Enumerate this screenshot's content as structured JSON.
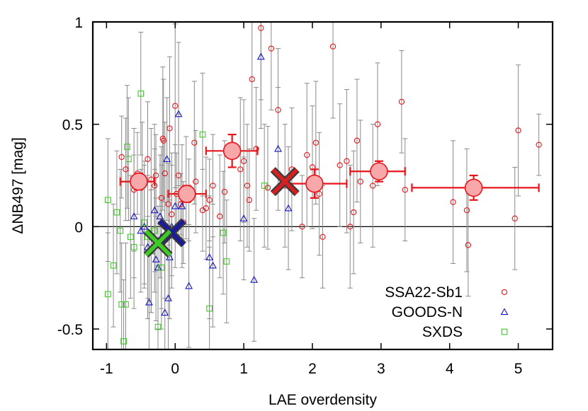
{
  "chart_data": {
    "type": "scatter",
    "xlabel": "LAE overdensity",
    "ylabel": "ΔNB497 [mag]",
    "xlim": [
      -1.2,
      5.5
    ],
    "ylim": [
      -0.6,
      1.0
    ],
    "x_ticks": [
      -1,
      0,
      1,
      2,
      3,
      4,
      5
    ],
    "x_tick_labels": [
      "-1",
      "0",
      "1",
      "2",
      "3",
      "4",
      "5"
    ],
    "y_ticks": [
      -0.5,
      0,
      0.5,
      1
    ],
    "y_tick_labels": [
      "-0.5",
      "0",
      "0.5",
      "1"
    ],
    "zero_line": true,
    "grid": false,
    "legend_position": "bottom-right",
    "series": [
      {
        "name": "SSA22-Sb1",
        "marker": "circle",
        "color": "#e8141b",
        "points": [
          {
            "x": -0.78,
            "y": 0.34,
            "err": 0.2
          },
          {
            "x": -0.72,
            "y": 0.28,
            "err": 0.25
          },
          {
            "x": -0.6,
            "y": 0.18,
            "err": 0.3
          },
          {
            "x": -0.55,
            "y": 0.26,
            "err": 0.2
          },
          {
            "x": -0.48,
            "y": 0.21,
            "err": 0.3
          },
          {
            "x": -0.4,
            "y": 0.33,
            "err": 0.28
          },
          {
            "x": -0.35,
            "y": 0.23,
            "err": 0.25
          },
          {
            "x": -0.3,
            "y": 0.2,
            "err": 0.3
          },
          {
            "x": -0.28,
            "y": 0.25,
            "err": 0.2
          },
          {
            "x": -0.2,
            "y": 0.14,
            "err": 0.25
          },
          {
            "x": -0.18,
            "y": 0.43,
            "err": 0.35
          },
          {
            "x": -0.17,
            "y": 0.42,
            "err": 0.3
          },
          {
            "x": -0.15,
            "y": 0.26,
            "err": 0.25
          },
          {
            "x": -0.1,
            "y": 0.11,
            "err": 0.2
          },
          {
            "x": -0.08,
            "y": 0.48,
            "err": 0.35
          },
          {
            "x": -0.05,
            "y": 0.06,
            "err": 0.3
          },
          {
            "x": 0.0,
            "y": 0.59,
            "err": 0.4
          },
          {
            "x": 0.02,
            "y": 0.16,
            "err": 0.2
          },
          {
            "x": 0.05,
            "y": 0.25,
            "err": 0.3
          },
          {
            "x": 0.08,
            "y": 0.11,
            "err": 0.15
          },
          {
            "x": 0.12,
            "y": 0.02,
            "err": 0.2
          },
          {
            "x": 0.16,
            "y": 0.19,
            "err": 0.25
          },
          {
            "x": 0.2,
            "y": 0.13,
            "err": 0.2
          },
          {
            "x": 0.28,
            "y": 0.41,
            "err": 0.3
          },
          {
            "x": 0.3,
            "y": 0.22,
            "err": 0.25
          },
          {
            "x": 0.4,
            "y": 0.08,
            "err": 0.2
          },
          {
            "x": 0.45,
            "y": 0.09,
            "err": 0.25
          },
          {
            "x": 0.5,
            "y": 0.13,
            "err": 0.2
          },
          {
            "x": 0.55,
            "y": 0.2,
            "err": 0.25
          },
          {
            "x": 0.65,
            "y": 0.05,
            "err": 0.3
          },
          {
            "x": 0.72,
            "y": 0.17,
            "err": 0.25
          },
          {
            "x": 0.95,
            "y": 0.28,
            "err": 0.35
          },
          {
            "x": 1.0,
            "y": 0.32,
            "err": 0.3
          },
          {
            "x": 1.05,
            "y": 0.2,
            "err": 0.3
          },
          {
            "x": 1.08,
            "y": 0.13,
            "err": 0.25
          },
          {
            "x": 1.12,
            "y": 0.72,
            "err": 0.35
          },
          {
            "x": 1.18,
            "y": 0.38,
            "err": 0.3
          },
          {
            "x": 1.25,
            "y": 0.97,
            "err": 0.35
          },
          {
            "x": 1.35,
            "y": 0.19,
            "err": 0.3
          },
          {
            "x": 1.4,
            "y": 0.87,
            "err": 0.3
          },
          {
            "x": 1.5,
            "y": 0.57,
            "err": 0.3
          },
          {
            "x": 1.6,
            "y": 0.2,
            "err": 0.3
          },
          {
            "x": 1.7,
            "y": 0.28,
            "err": 0.3
          },
          {
            "x": 1.85,
            "y": 0.0,
            "err": 0.25
          },
          {
            "x": 1.92,
            "y": 0.35,
            "err": 0.35
          },
          {
            "x": 2.0,
            "y": 0.29,
            "err": 0.3
          },
          {
            "x": 2.05,
            "y": 0.41,
            "err": 0.3
          },
          {
            "x": 2.1,
            "y": 0.16,
            "err": 0.3
          },
          {
            "x": 2.15,
            "y": -0.05,
            "err": 0.25
          },
          {
            "x": 2.3,
            "y": 0.88,
            "err": 0.35
          },
          {
            "x": 2.4,
            "y": 0.3,
            "err": 0.3
          },
          {
            "x": 2.5,
            "y": 0.32,
            "err": 0.35
          },
          {
            "x": 2.55,
            "y": 0.0,
            "err": 0.3
          },
          {
            "x": 2.6,
            "y": 0.07,
            "err": 0.3
          },
          {
            "x": 2.65,
            "y": 0.42,
            "err": 0.3
          },
          {
            "x": 2.7,
            "y": 0.22,
            "err": 0.3
          },
          {
            "x": 2.88,
            "y": 0.2,
            "err": 0.3
          },
          {
            "x": 2.95,
            "y": 0.5,
            "err": 0.3
          },
          {
            "x": 3.3,
            "y": 0.61,
            "err": 0.25
          },
          {
            "x": 3.35,
            "y": 0.18,
            "err": 0.25
          },
          {
            "x": 4.05,
            "y": 0.12,
            "err": 0.3
          },
          {
            "x": 4.25,
            "y": 0.08,
            "err": 0.3
          },
          {
            "x": 4.27,
            "y": -0.09,
            "err": 0.25
          },
          {
            "x": 4.95,
            "y": 0.04,
            "err": 0.25
          },
          {
            "x": 5.0,
            "y": 0.47,
            "err": 0.32
          },
          {
            "x": 5.3,
            "y": 0.4,
            "err": 0.15
          }
        ]
      },
      {
        "name": "GOODS-N",
        "marker": "triangle",
        "color": "#1515c8",
        "points": [
          {
            "x": -0.6,
            "y": 0.05,
            "err": 0.3
          },
          {
            "x": -0.5,
            "y": -0.02,
            "err": 0.3
          },
          {
            "x": -0.45,
            "y": 0.0,
            "err": 0.3
          },
          {
            "x": -0.4,
            "y": -0.1,
            "err": 0.35
          },
          {
            "x": -0.38,
            "y": -0.37,
            "err": 0.35
          },
          {
            "x": -0.35,
            "y": -0.12,
            "err": 0.3
          },
          {
            "x": -0.3,
            "y": 0.08,
            "err": 0.3
          },
          {
            "x": -0.28,
            "y": -0.16,
            "err": 0.3
          },
          {
            "x": -0.25,
            "y": -0.2,
            "err": 0.3
          },
          {
            "x": -0.22,
            "y": 0.05,
            "err": 0.3
          },
          {
            "x": -0.2,
            "y": -0.05,
            "err": 0.35
          },
          {
            "x": -0.15,
            "y": -0.42,
            "err": 0.3
          },
          {
            "x": -0.12,
            "y": 0.33,
            "err": 0.3
          },
          {
            "x": -0.1,
            "y": -0.35,
            "err": 0.3
          },
          {
            "x": -0.08,
            "y": -0.15,
            "err": 0.3
          },
          {
            "x": -0.05,
            "y": 0.0,
            "err": 0.3
          },
          {
            "x": 0.0,
            "y": 0.1,
            "err": 0.3
          },
          {
            "x": 0.05,
            "y": 0.55,
            "err": 0.35
          },
          {
            "x": 0.1,
            "y": 0.1,
            "err": 0.3
          },
          {
            "x": 0.2,
            "y": -0.29,
            "err": 0.3
          },
          {
            "x": 0.5,
            "y": -0.15,
            "err": 0.3
          },
          {
            "x": 0.55,
            "y": -0.19,
            "err": 0.3
          },
          {
            "x": 1.0,
            "y": 0.04,
            "err": 0.3
          },
          {
            "x": 1.15,
            "y": -0.26,
            "err": 0.3
          },
          {
            "x": 1.25,
            "y": 0.83,
            "err": 0.35
          },
          {
            "x": 1.5,
            "y": 0.38,
            "err": 0.3
          },
          {
            "x": 1.65,
            "y": 0.09,
            "err": 0.3
          }
        ]
      },
      {
        "name": "SXDS",
        "marker": "square",
        "color": "#3ecb26",
        "points": [
          {
            "x": -0.98,
            "y": 0.13,
            "err": 0.3
          },
          {
            "x": -0.98,
            "y": -0.33,
            "err": 0.3
          },
          {
            "x": -0.9,
            "y": -0.19,
            "err": 0.3
          },
          {
            "x": -0.85,
            "y": 0.07,
            "err": 0.3
          },
          {
            "x": -0.8,
            "y": -0.02,
            "err": 0.3
          },
          {
            "x": -0.78,
            "y": -0.38,
            "err": 0.3
          },
          {
            "x": -0.75,
            "y": -0.56,
            "err": 0.3
          },
          {
            "x": -0.72,
            "y": -0.38,
            "err": 0.3
          },
          {
            "x": -0.7,
            "y": 0.39,
            "err": 0.3
          },
          {
            "x": -0.68,
            "y": 0.33,
            "err": 0.3
          },
          {
            "x": -0.65,
            "y": -0.05,
            "err": 0.3
          },
          {
            "x": -0.6,
            "y": -0.1,
            "err": 0.3
          },
          {
            "x": -0.5,
            "y": 0.65,
            "err": 0.3
          },
          {
            "x": -0.45,
            "y": 0.02,
            "err": 0.3
          },
          {
            "x": -0.4,
            "y": -0.05,
            "err": 0.3
          },
          {
            "x": -0.35,
            "y": -0.12,
            "err": 0.3
          },
          {
            "x": -0.3,
            "y": -0.02,
            "err": 0.3
          },
          {
            "x": -0.25,
            "y": -0.49,
            "err": 0.3
          },
          {
            "x": -0.2,
            "y": -0.2,
            "err": 0.3
          },
          {
            "x": -0.15,
            "y": -0.05,
            "err": 0.3
          },
          {
            "x": 0.4,
            "y": 0.45,
            "err": 0.3
          },
          {
            "x": 0.5,
            "y": -0.4,
            "err": 0.3
          },
          {
            "x": 0.7,
            "y": -0.03,
            "err": 0.3
          },
          {
            "x": 0.75,
            "y": -0.17,
            "err": 0.3
          },
          {
            "x": 1.3,
            "y": 0.2,
            "err": 0.3
          }
        ]
      }
    ],
    "binned": [
      {
        "x": -0.53,
        "y": 0.22,
        "xmin": -0.8,
        "xmax": -0.3,
        "yerr": 0.04
      },
      {
        "x": 0.17,
        "y": 0.16,
        "xmin": -0.1,
        "xmax": 0.45,
        "yerr": 0.04
      },
      {
        "x": 0.83,
        "y": 0.37,
        "xmin": 0.45,
        "xmax": 1.2,
        "yerr": 0.08
      },
      {
        "x": 2.03,
        "y": 0.21,
        "xmin": 1.65,
        "xmax": 2.5,
        "yerr": 0.07
      },
      {
        "x": 2.97,
        "y": 0.27,
        "xmin": 2.55,
        "xmax": 3.35,
        "yerr": 0.05
      },
      {
        "x": 4.35,
        "y": 0.19,
        "xmin": 3.45,
        "xmax": 5.3,
        "yerr": 0.06
      }
    ],
    "mean_markers": [
      {
        "series": "SSA22-Sb1",
        "x": 1.6,
        "y": 0.22,
        "color": "#d42020"
      },
      {
        "series": "GOODS-N",
        "x": -0.05,
        "y": -0.03,
        "color": "#1a1a9c"
      },
      {
        "series": "SXDS",
        "x": -0.25,
        "y": -0.08,
        "color": "#3ecb26"
      }
    ]
  }
}
